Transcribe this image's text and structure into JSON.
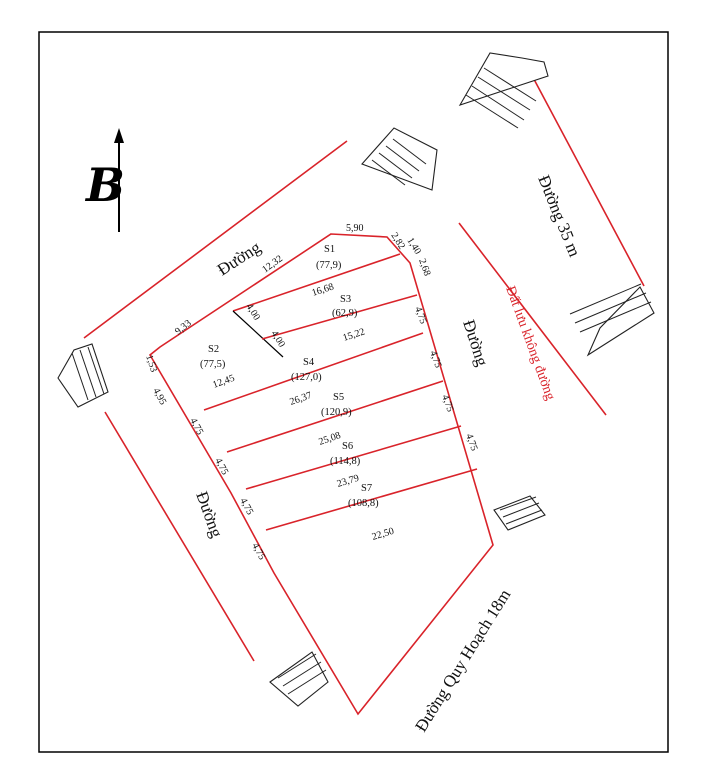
{
  "compass": {
    "letter": "B"
  },
  "roads": {
    "top_left": "Đường",
    "right_inner": "Đường",
    "left_bottom": "Đường",
    "far_right": "Đường 35 m",
    "bottom_right": "Đường Quy Hoạch 18m"
  },
  "note": "Đất lưu không đường",
  "lots": [
    {
      "name": "S1",
      "area": "(77,9)"
    },
    {
      "name": "S2",
      "area": "(77,5)"
    },
    {
      "name": "S3",
      "area": "(62,9)"
    },
    {
      "name": "S4",
      "area": "(127,0)"
    },
    {
      "name": "S5",
      "area": "(120,9)"
    },
    {
      "name": "S6",
      "area": "(114,8)"
    },
    {
      "name": "S7",
      "area": "(108,8)"
    }
  ],
  "dims": {
    "top": "5,90",
    "d282": "2,82",
    "d140": "1,40",
    "d268": "2,68",
    "d1232": "12,32",
    "d933": "9,33",
    "d153": "1,53",
    "d495": "4,95",
    "d400a": "4,00",
    "d400b": "4,00",
    "d1668": "16,68",
    "d1522": "15,22",
    "d1245": "12,45",
    "d2637": "26,37",
    "d2508": "25,08",
    "d2379": "23,79",
    "d2250": "22,50",
    "r1": "4,75",
    "r2": "4,75",
    "r3": "4,75",
    "r4": "4,75",
    "l1": "4,75",
    "l2": "4,75",
    "l3": "4,75",
    "l4": "4,75"
  }
}
